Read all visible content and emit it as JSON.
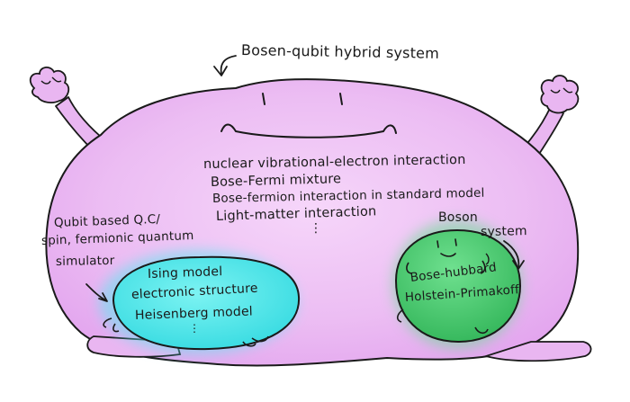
{
  "title": "Bosen-qubit hybrid system",
  "interactions": [
    "nuclear vibrational-electron interaction",
    "Bose-Fermi mixture",
    "Bose-fermion interaction in standard model",
    "Light-matter interaction"
  ],
  "interactions_more": "⋮",
  "qubit_system": {
    "label_lines": [
      "Qubit based Q.C/",
      "spin, fermionic quantum",
      "simulator"
    ],
    "items": [
      "Ising model",
      "electronic structure",
      "Heisenberg model"
    ],
    "more": "⋮"
  },
  "boson_system": {
    "label_lines": [
      "Boson",
      "system"
    ],
    "items": [
      "Bose-hubbard",
      "Holstein-Primakoff"
    ]
  },
  "colors": {
    "blob_fill": "#e9b6f1",
    "qubit_cell_fill": "#3fe3e6",
    "boson_cell_fill": "#43c86c",
    "ink": "#1a1a1a"
  }
}
